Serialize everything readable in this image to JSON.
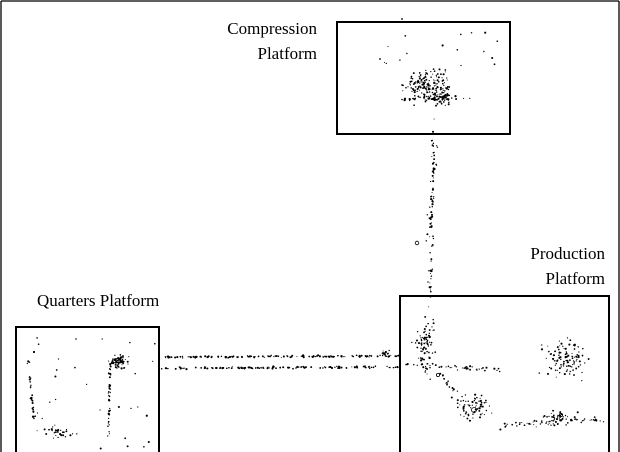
{
  "figure": {
    "platforms": [
      {
        "id": "compression",
        "label_lines": [
          "Compression",
          "Platform"
        ]
      },
      {
        "id": "production",
        "label_lines": [
          "Production",
          "Platform"
        ]
      },
      {
        "id": "quarters",
        "label_lines": [
          "Quarters Platform"
        ]
      }
    ]
  }
}
